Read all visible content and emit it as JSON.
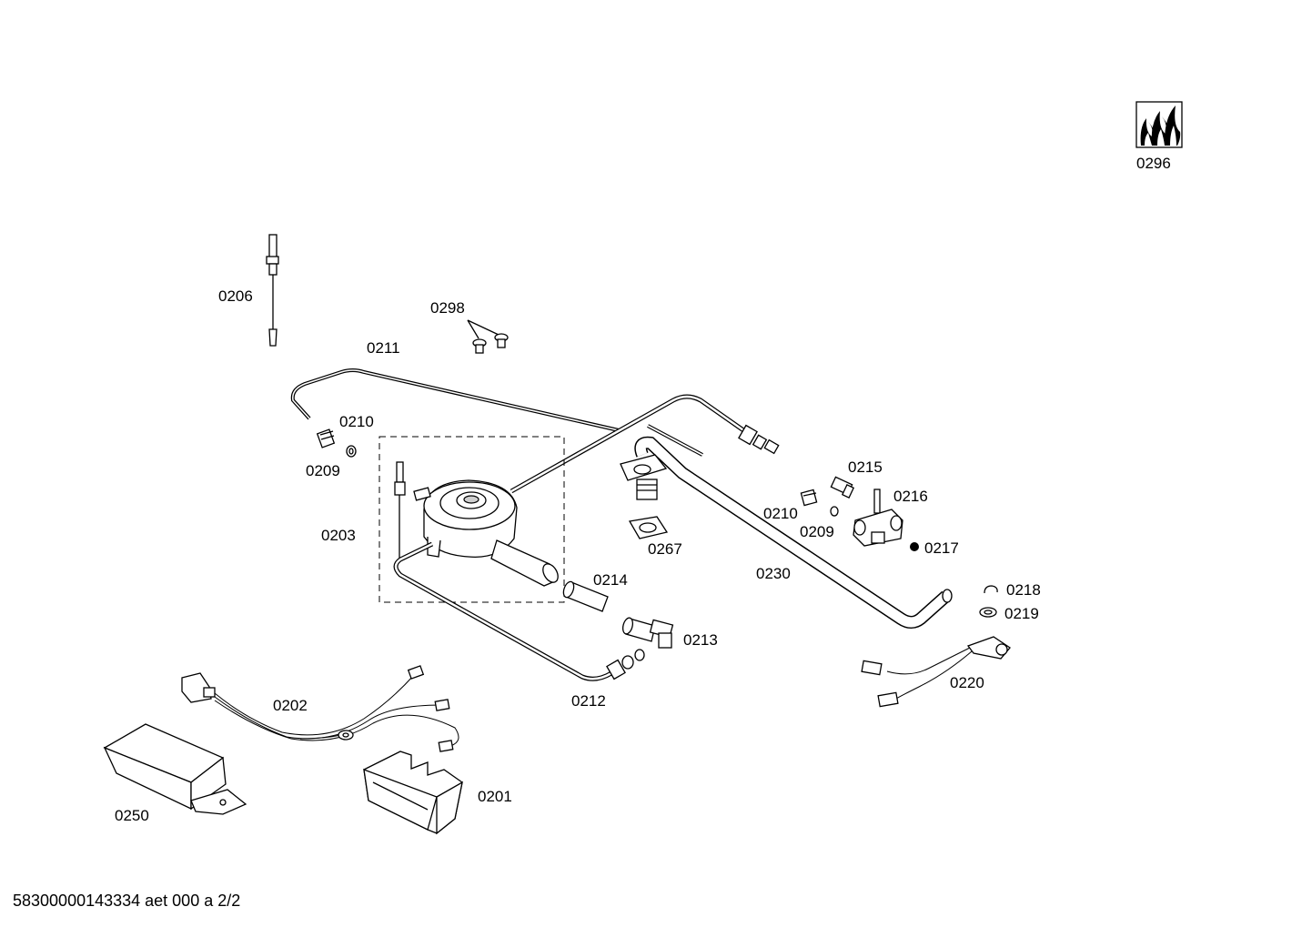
{
  "labels": {
    "p0296": "0296",
    "p0206": "0206",
    "p0298": "0298",
    "p0211": "0211",
    "p0210a": "0210",
    "p0209a": "0209",
    "p0203": "0203",
    "p0214": "0214",
    "p0267": "0267",
    "p0215": "0215",
    "p0216": "0216",
    "p0210b": "0210",
    "p0209b": "0209",
    "p0217": "0217",
    "p0230": "0230",
    "p0218": "0218",
    "p0219": "0219",
    "p0213": "0213",
    "p0220": "0220",
    "p0212": "0212",
    "p0202": "0202",
    "p0201": "0201",
    "p0250": "0250"
  },
  "footer": "58300000143334 aet 000 a 2/2"
}
